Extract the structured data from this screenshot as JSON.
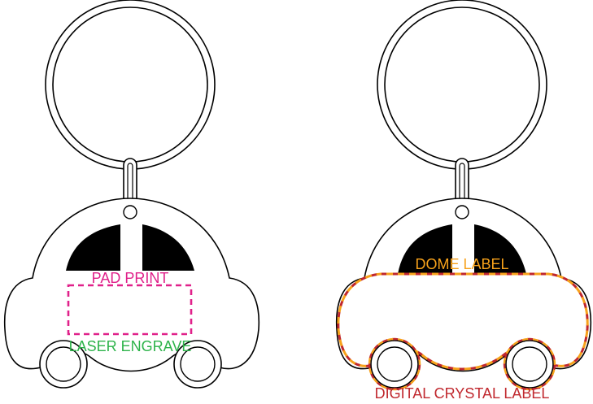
{
  "labels": {
    "pad_print": "PAD PRINT",
    "laser_engrave": "LASER ENGRAVE",
    "dome_label": "DOME LABEL",
    "digital_crystal_label": "DIGITAL CRYSTAL LABEL"
  },
  "colors": {
    "outline": "#000000",
    "window": "#000000",
    "pad_print": "#e0218a",
    "laser_engrave": "#2db34a",
    "dome_label": "#f7a21b",
    "digital_crystal_label": "#c0272d"
  }
}
